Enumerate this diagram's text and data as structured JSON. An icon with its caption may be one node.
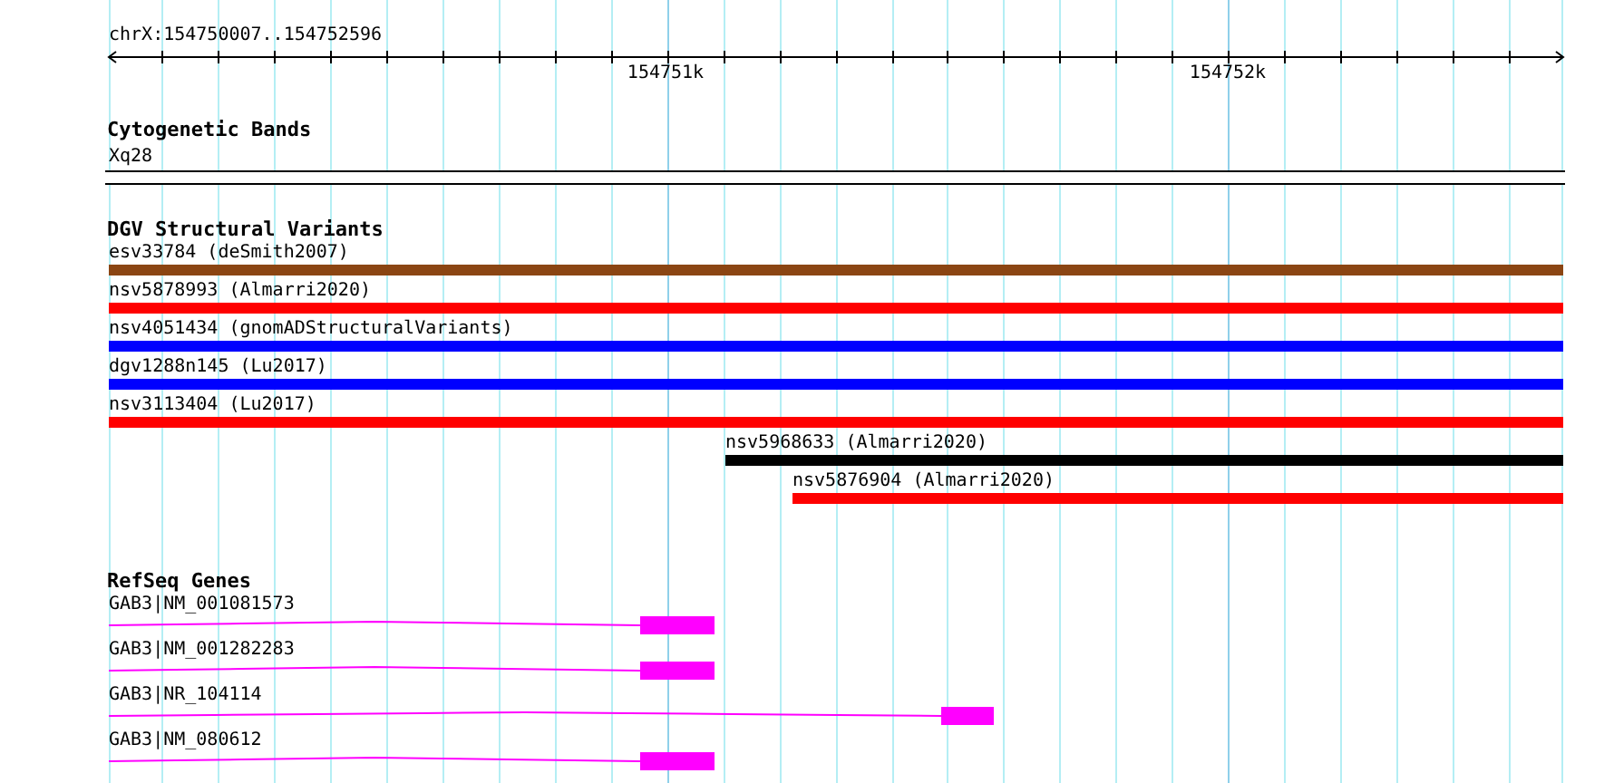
{
  "diagram": {
    "title": "chrX:154750007..154752596",
    "nodes": [
      {
        "text": [
          "Cytogenetic Bands"
        ]
      },
      {
        "text": [
          "Xq28"
        ],
        "in": 0
      },
      {
        "text": [
          "DGV Structural Variants"
        ]
      },
      {
        "text": [
          "esv33784 (deSmith2007)"
        ],
        "in": 2
      },
      {
        "text": [
          "nsv5878993 (Almarri2020)"
        ],
        "in": 2
      },
      {
        "text": [
          "nsv4051434 (gnomADStructuralVariants)"
        ],
        "in": 2
      },
      {
        "text": [
          "dgv1288n145 (Lu2017)"
        ],
        "in": 2
      },
      {
        "text": [
          "nsv3113404 (Lu2017)"
        ],
        "in": 2
      },
      {
        "text": [
          "nsv5968633 (Almarri2020)"
        ],
        "in": 2
      },
      {
        "text": [
          "nsv5876904 (Almarri2020)"
        ],
        "in": 2
      },
      {
        "text": [
          "RefSeq Genes"
        ]
      },
      {
        "text": [
          "GAB3|NM_001081573"
        ],
        "in": 10
      },
      {
        "text": [
          "GAB3|NM_001282283"
        ],
        "in": 10
      },
      {
        "text": [
          "GAB3|NR_104114"
        ],
        "in": 10
      },
      {
        "text": [
          "GAB3|NM_080612"
        ],
        "in": 10
      }
    ],
    "edges": [],
    "labels": [
      "154751k",
      "154752k"
    ]
  }
}
